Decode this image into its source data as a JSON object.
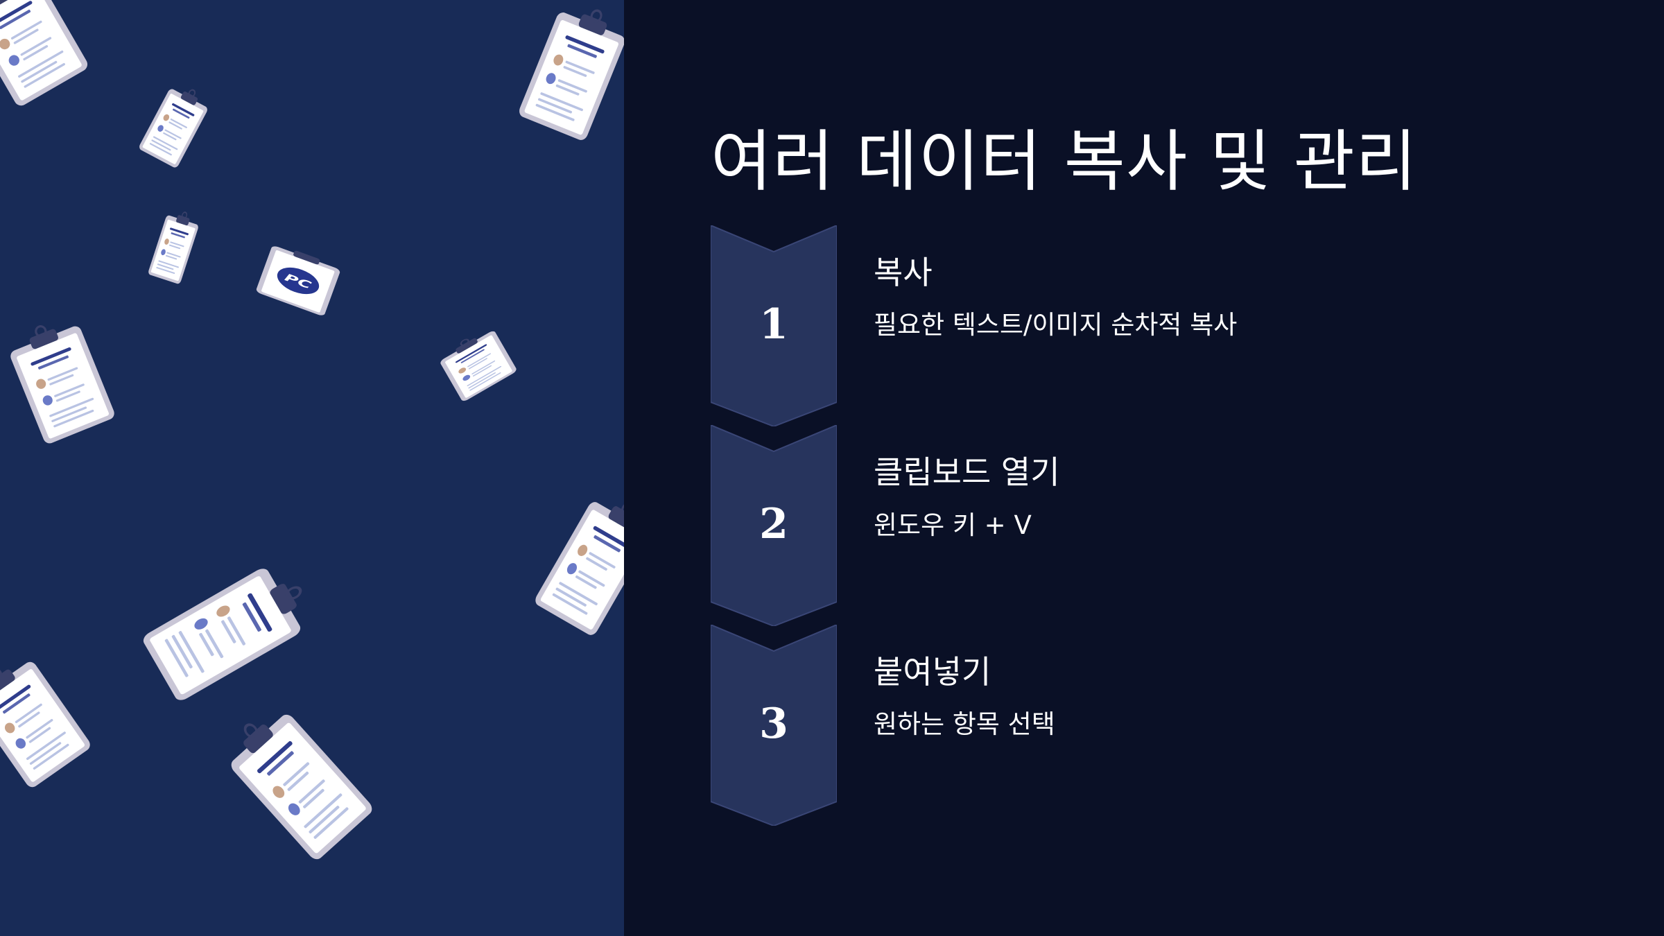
{
  "slide": {
    "title": "여러 데이터 복사 및 관리",
    "steps": [
      {
        "number": "1",
        "title": "복사",
        "description": "필요한 텍스트/이미지 순차적 복사"
      },
      {
        "number": "2",
        "title": "클립보드 열기",
        "description": "윈도우 키 + V"
      },
      {
        "number": "3",
        "title": "붙여넣기",
        "description": "원하는 항목 선택"
      }
    ]
  },
  "illustration": {
    "logo_text": "PC",
    "description_icon": "clipboard-icon"
  },
  "colors": {
    "left_background": "#182b57",
    "right_background": "#0a1026",
    "chevron_fill": "#27345d",
    "text": "#ffffff"
  }
}
